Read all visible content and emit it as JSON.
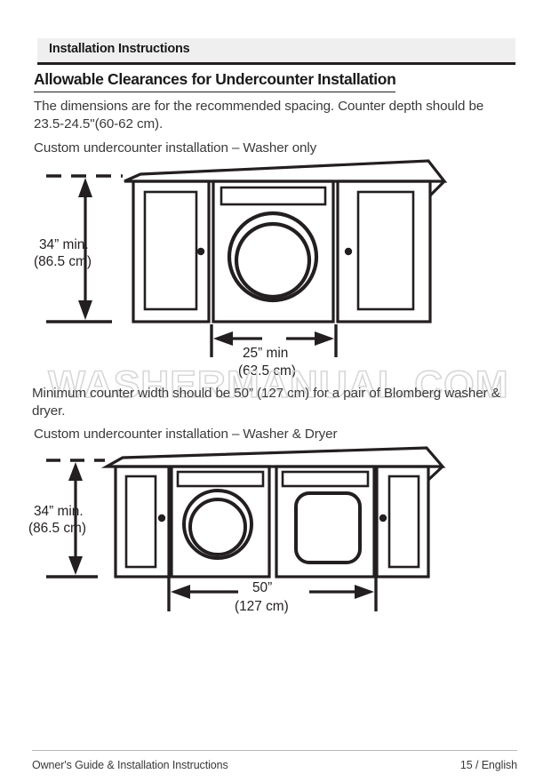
{
  "header": {
    "tab_label": "Installation Instructions"
  },
  "section": {
    "title": "Allowable Clearances for Undercounter Installation",
    "intro": "The dimensions are for the recommended spacing. Counter depth should be 23.5-24.5\"(60-62 cm).",
    "caption_washer_only": "Custom undercounter installation – Washer only",
    "note_minimum": "Minimum counter width should be 50” (127 cm) for a pair of Blomberg washer & dryer.",
    "caption_washer_dryer": "Custom undercounter installation – Washer & Dryer"
  },
  "watermark": {
    "text": "WASHERMANUAL.COM"
  },
  "diagram_washer_only": {
    "name": "Custom undercounter installation – Washer only",
    "height_label_line1": "34” min.",
    "height_label_line2": "(86.5 cm)",
    "width_label_line1": "25” min",
    "width_label_line2": "(63.5 cm)"
  },
  "diagram_washer_dryer": {
    "name": "Custom undercounter installation – Washer & Dryer",
    "height_label_line1": "34” min.",
    "height_label_line2": "(86.5 cm)",
    "width_label_line1": "50”",
    "width_label_line2": "(127 cm)"
  },
  "footer": {
    "left": "Owner's Guide & Installation Instructions",
    "right": "15 / English"
  },
  "colors": {
    "ink": "#231f20",
    "body_text": "#3a3a3a",
    "header_band": "#efefef",
    "watermark": "#d8d8d8",
    "page": "#ffffff"
  }
}
